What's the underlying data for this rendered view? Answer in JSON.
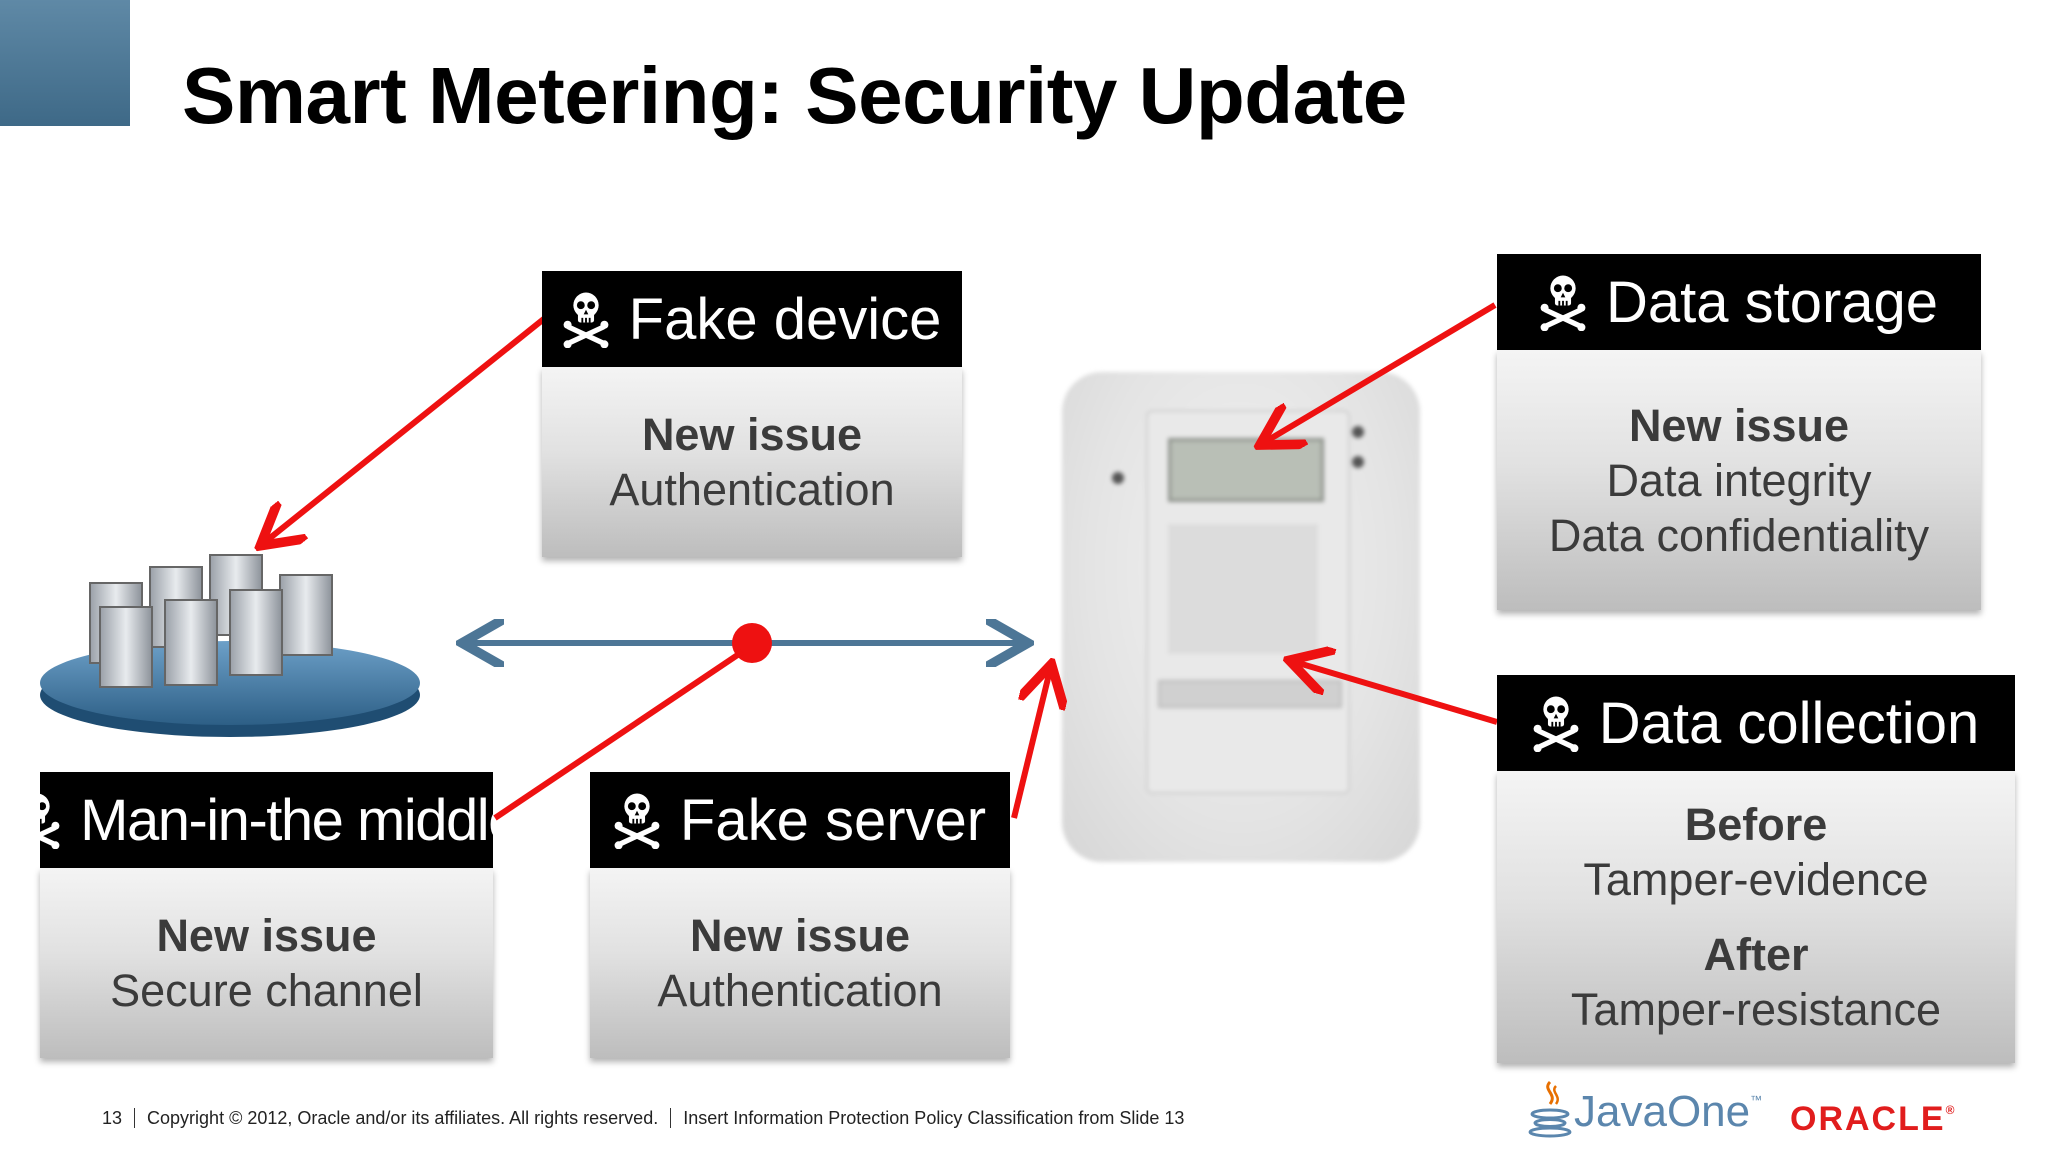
{
  "slide": {
    "title": "Smart Metering: Security Update"
  },
  "threats": {
    "fake_device": {
      "header": "Fake device",
      "lines": [
        "New issue",
        "Authentication"
      ]
    },
    "data_storage": {
      "header": "Data storage",
      "lines": [
        "New issue",
        "Data integrity",
        "Data confidentiality"
      ]
    },
    "man_in_the_middle": {
      "header": "Man-in-the middle",
      "lines": [
        "New issue",
        "Secure channel"
      ]
    },
    "fake_server": {
      "header": "Fake server",
      "lines": [
        "New issue",
        "Authentication"
      ]
    },
    "data_collection": {
      "header": "Data collection",
      "lines": [
        "Before",
        "Tamper-evidence",
        "After",
        "Tamper-resistance"
      ]
    }
  },
  "footer": {
    "page_number": "13",
    "copyright": "Copyright © 2012, Oracle and/or its affiliates. All rights reserved.",
    "classification": "Insert Information Protection Policy Classification from Slide 13"
  },
  "logos": {
    "javaone": "JavaOne",
    "javaone_tm": "™",
    "oracle": "ORACLE",
    "oracle_r": "®"
  },
  "colors": {
    "accent_corner": "#4f7a98",
    "threat_arrow": "#ee1111",
    "channel_arrow": "#4d7696",
    "header_bg": "#000000"
  },
  "icons": {
    "threat_marker": "skull-crossbones-icon",
    "server_cluster": "server-cluster-icon",
    "smart_meter": "smart-meter-image"
  }
}
